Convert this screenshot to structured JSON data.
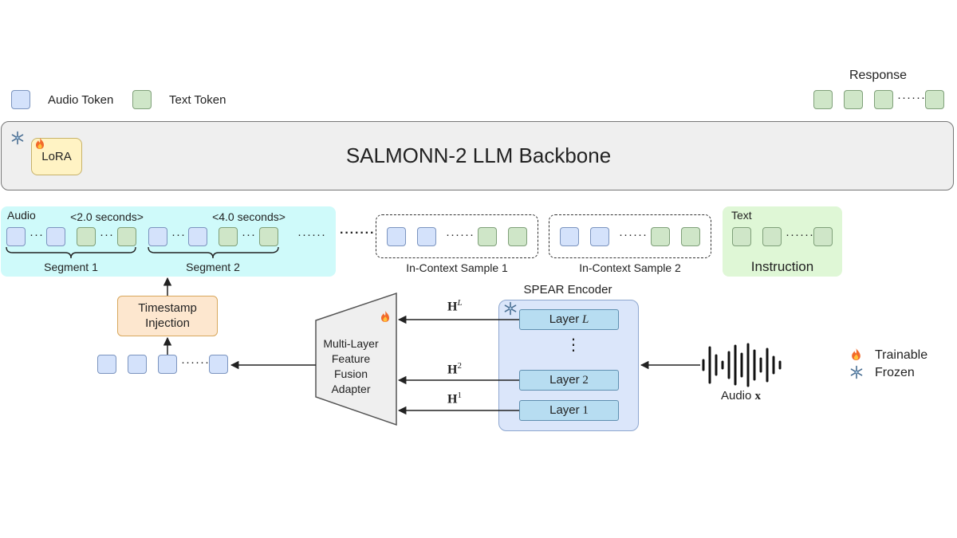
{
  "legend": {
    "audio_token": "Audio Token",
    "text_token": "Text Token",
    "trainable": "Trainable",
    "frozen": "Frozen",
    "audio_color": "#d4e2fb",
    "text_color": "#cfe6c8",
    "trainable_icon": "fire-icon",
    "frozen_icon": "snowflake-icon"
  },
  "response": {
    "label": "Response",
    "dots": "······"
  },
  "backbone": {
    "title": "SALMONN-2 LLM Backbone",
    "lora": "LoRA"
  },
  "audio_block": {
    "label": "Audio",
    "seg1_duration": "<2.0 seconds>",
    "seg2_duration": "<4.0 seconds>",
    "segment1": "Segment 1",
    "segment2": "Segment 2",
    "dots_short": "···",
    "dots_long": "······",
    "dots_bold": "·······"
  },
  "in_context": {
    "sample1": "In-Context Sample 1",
    "sample2": "In-Context Sample 2",
    "dots": "······"
  },
  "text_block": {
    "label": "Text",
    "instruction": "Instruction",
    "dots": "······"
  },
  "timestamp": {
    "line1": "Timestamp",
    "line2": "Injection"
  },
  "adapter": {
    "line1": "Multi-Layer",
    "line2": "Feature",
    "line3": "Fusion",
    "line4": "Adapter"
  },
  "spear": {
    "title": "SPEAR Encoder",
    "layer_word": "Layer",
    "layer_L": "L",
    "layer_2": "2",
    "layer_1": "1",
    "vdots": "⋮"
  },
  "hidden": {
    "symbol": "H",
    "sup_L": "L",
    "sup_2": "2",
    "sup_1": "1"
  },
  "input": {
    "label_word": "Audio",
    "label_var": "x"
  },
  "bottom_dots": "······"
}
